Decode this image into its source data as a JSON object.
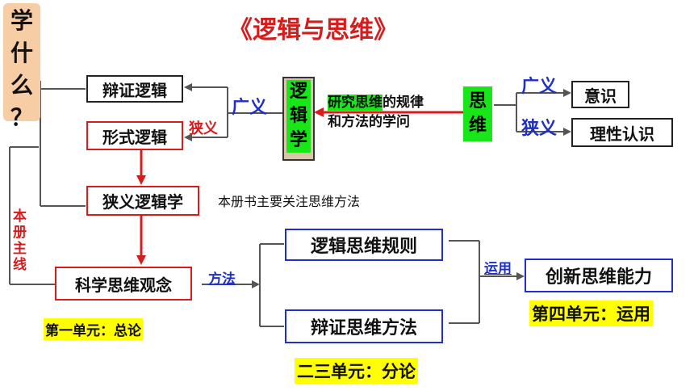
{
  "title": "《逻辑与思维》",
  "side_question": [
    "学",
    "什",
    "么",
    "？"
  ],
  "logic_kinds": {
    "dialectical": "辩证逻辑",
    "formal": "形式逻辑",
    "narrow_science": "狭义逻辑学",
    "science_concept": "科学思维观念"
  },
  "logic_label": [
    "逻",
    "辑",
    "学"
  ],
  "logic_definition": {
    "highlight": "研究思维",
    "rest_line1": "的规律",
    "line2": "和方法的学问"
  },
  "thinking_label": [
    "思",
    "维"
  ],
  "broad_label": "广义",
  "narrow_label": "狭义",
  "thinking_broad_label": "广义",
  "thinking_narrow_label": "狭义",
  "consciousness": "意识",
  "rational": "理性认识",
  "book_focus": "本册书主要关注思维方法",
  "main_line": [
    "本",
    "册",
    "主",
    "线"
  ],
  "method_label": "方法",
  "apply_label": "运用",
  "rules": "逻辑思维规则",
  "methods": "辩证思维方法",
  "innovation": "创新思维能力",
  "unit1": "第一单元：总论",
  "unit23": "二三单元：分论",
  "unit4": "第四单元：运用",
  "colors": {
    "red": "#d81b1b",
    "blue": "#1f2fc8",
    "green": "#19e619",
    "yellow": "#ffff00",
    "peach": "#f7cda6"
  }
}
